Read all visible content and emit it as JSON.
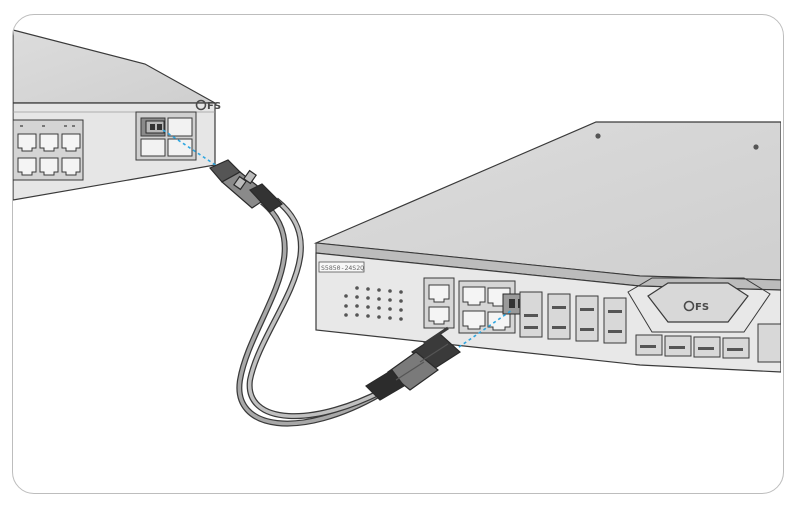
{
  "illustration": {
    "left_switch_brand": "FS",
    "right_switch_brand": "FS",
    "right_switch_model": "S5850-24S2Q",
    "colors": {
      "outline": "#3a3a3a",
      "panel_face": "#e3e3e3",
      "top_surface": "#d6d6d6",
      "guide_dash": "#2ea6e0",
      "cable": "#a0a0a0"
    },
    "icons": [
      "fs-logo-icon",
      "lc-connector-icon",
      "sfp-module-icon",
      "rj45-port-icon"
    ]
  }
}
